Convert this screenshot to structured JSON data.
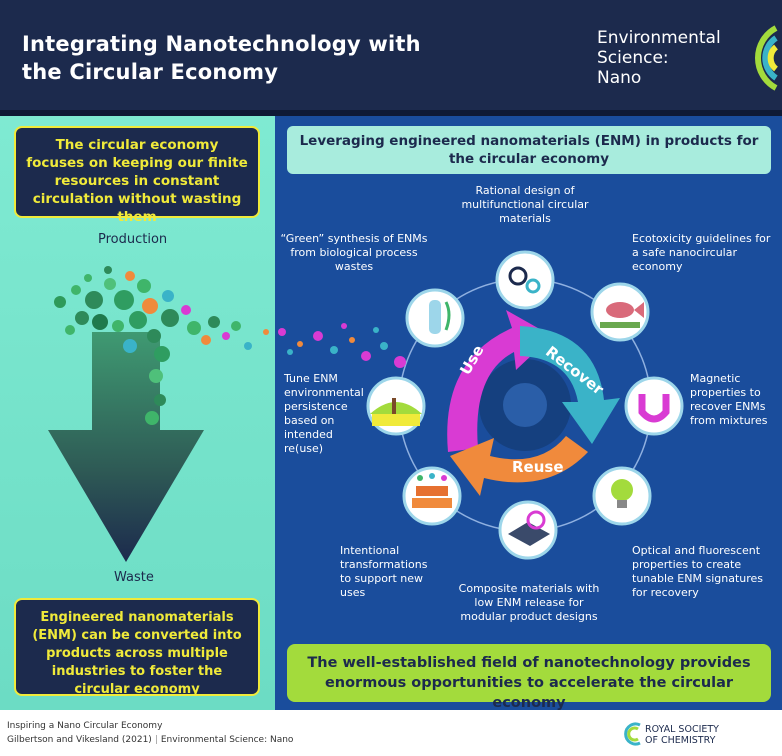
{
  "header": {
    "title": "Integrating Nanotechnology with the Circular Economy",
    "journal_line1": "Environmental",
    "journal_line2": "Science:",
    "journal_line3": "Nano"
  },
  "left_panel": {
    "intro": "The circular economy focuses on keeping our finite resources in constant circulation without wasting them",
    "production_label": "Production",
    "waste_label": "Waste",
    "conclusion": "Engineered nanomaterials (ENM) can be converted into products across multiple industries to foster the circular economy"
  },
  "right_panel": {
    "heading": "Leveraging engineered nanomaterials (ENM) in products for the circular economy",
    "arrows": {
      "use": "Use",
      "recover": "Recover",
      "reuse": "Reuse"
    },
    "captions": {
      "rational_design": "Rational design of multifunctional circular materials",
      "green_synthesis": "“Green” synthesis of ENMs from biological process wastes",
      "ecotoxicity": "Ecotoxicity guidelines for a safe nanocircular economy",
      "tune_persistence": "Tune ENM environmental persistence based on intended re(use)",
      "magnetic": "Magnetic properties to recover ENMs from mixtures",
      "intentional": "Intentional transformations to support new uses",
      "optical": "Optical and fluorescent properties to create tunable ENM signatures for recovery",
      "composite": "Composite materials with low ENM release for modular product designs"
    },
    "banner": "The well-established field of nanotechnology provides enormous opportunities to accelerate the circular economy"
  },
  "footer": {
    "line1": "Inspiring a Nano Circular Economy",
    "authors": "Gilbertson and Vikesland (2021)",
    "journal": "Environmental Science: Nano",
    "rsc_line1": "ROYAL SOCIETY",
    "rsc_line2": "OF CHEMISTRY"
  },
  "colors": {
    "navy": "#1c2a4d",
    "mint": "#7ce8cf",
    "blue": "#1a4d9c",
    "yellow": "#f0ea3a",
    "lime": "#a3db3c",
    "magenta": "#d93bd3",
    "teal": "#3ab3c8",
    "orange": "#f08a3c"
  }
}
